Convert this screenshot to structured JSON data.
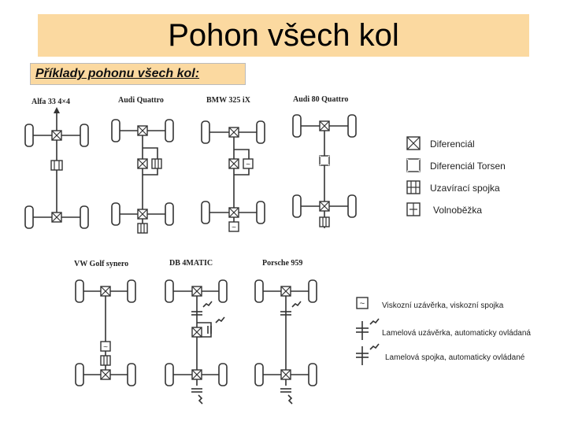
{
  "title": "Pohon všech kol",
  "subtitle": "Příklady pohonu všech kol:",
  "cars": {
    "alfa": "Alfa 33 4×4",
    "audi_quattro": "Audi Quattro",
    "bmw": "BMW 325 iX",
    "audi80": "Audi 80 Quattro",
    "vw": "VW Golf synero",
    "db": "DB 4MATIC",
    "porsche": "Porsche 959"
  },
  "legend_top": {
    "diferencial": "Diferenciál",
    "torsen": "Diferenciál Torsen",
    "uzaviraci": "Uzavírací spojka",
    "volnobezka": "Volnoběžka"
  },
  "legend_bottom": {
    "viskozni": "Viskozní uzávěrka, viskozní spojka",
    "lamelova_uzaverka": "Lamelová uzávěrka, automaticky ovládaná",
    "lamelova_spojka": "Lamelová spojka, automaticky ovládané"
  }
}
